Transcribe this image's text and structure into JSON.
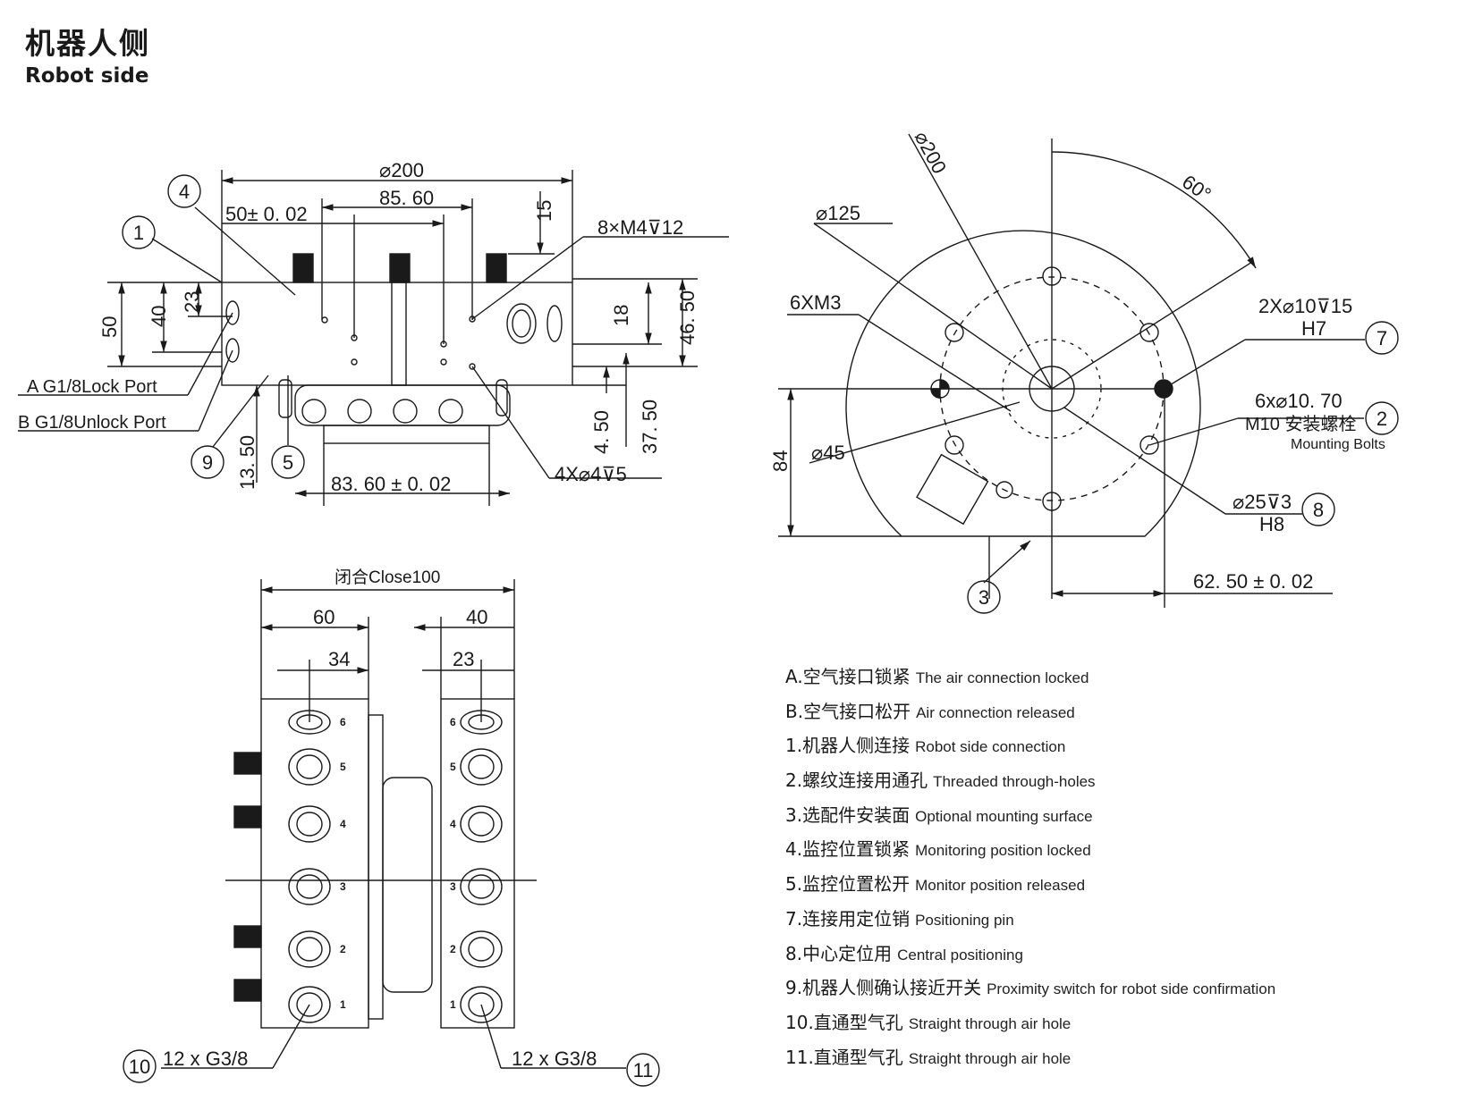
{
  "header": {
    "title_zh": "机器人侧",
    "title_en": "Robot side"
  },
  "side_view": {
    "dim_dia200": "⌀200",
    "dim_85_60": "85. 60",
    "dim_50tol": "50± 0. 02",
    "dim_15": "15",
    "dim_8xm4": "8×M4⊽12",
    "dim_50": "50",
    "dim_40": "40",
    "dim_23": "23",
    "dim_18": "18",
    "dim_46_50": "46. 50",
    "dim_4_50": "4. 50",
    "dim_37_50": "37. 50",
    "dim_13_50": "13. 50",
    "dim_83_60": "83. 60 ± 0. 02",
    "dim_4x4": "4X⌀4⊽5",
    "port_a": "A  G1/8Lock  Port",
    "port_b": "B  G1/8Unlock  Port",
    "callouts": [
      "1",
      "4",
      "9",
      "5"
    ]
  },
  "top_view": {
    "dim_dia200": "⌀200",
    "dim_dia125": "⌀125",
    "dim_60deg": "60°",
    "dim_6xm3": "6XM3",
    "dim_2x10": "2X⌀10⊽15",
    "dim_h7": "H7",
    "dim_6x10_70": "6x⌀10. 70",
    "dim_m10": "M10 安装螺栓",
    "dim_mounting": "Mounting Bolts",
    "dim_dia45": "⌀45",
    "dim_84": "84",
    "dim_25": "⌀25⊽3",
    "dim_h8": "H8",
    "dim_62_50": "62. 50 ± 0. 02",
    "callouts": [
      "7",
      "2",
      "8",
      "3"
    ]
  },
  "front_view": {
    "dim_close": "闭合Close100",
    "dim_60": "60",
    "dim_40": "40",
    "dim_34": "34",
    "dim_23": "23",
    "port_left": "12  x  G3/8",
    "port_right": "12 x G3/8",
    "port_numbers": [
      "6",
      "5",
      "4",
      "3",
      "2",
      "1"
    ],
    "callouts": [
      "10",
      "11"
    ]
  },
  "legend": [
    {
      "zh": "A.空气接口锁紧",
      "en": "The air connection locked"
    },
    {
      "zh": "B.空气接口松开",
      "en": "Air connection released"
    },
    {
      "zh": "1.机器人侧连接",
      "en": "Robot side connection"
    },
    {
      "zh": "2.螺纹连接用通孔",
      "en": "Threaded through-holes"
    },
    {
      "zh": "3.选配件安装面",
      "en": "Optional mounting surface"
    },
    {
      "zh": "4.监控位置锁紧",
      "en": "Monitoring position locked"
    },
    {
      "zh": "5.监控位置松开",
      "en": "Monitor position released"
    },
    {
      "zh": "7.连接用定位销",
      "en": "Positioning pin"
    },
    {
      "zh": "8.中心定位用",
      "en": "Central positioning"
    },
    {
      "zh": "9.机器人侧确认接近开关",
      "en": "Proximity switch for robot side confirmation"
    },
    {
      "zh": "10.直通型气孔",
      "en": "Straight through air hole"
    },
    {
      "zh": "11.直通型气孔",
      "en": "Straight through air hole"
    }
  ]
}
